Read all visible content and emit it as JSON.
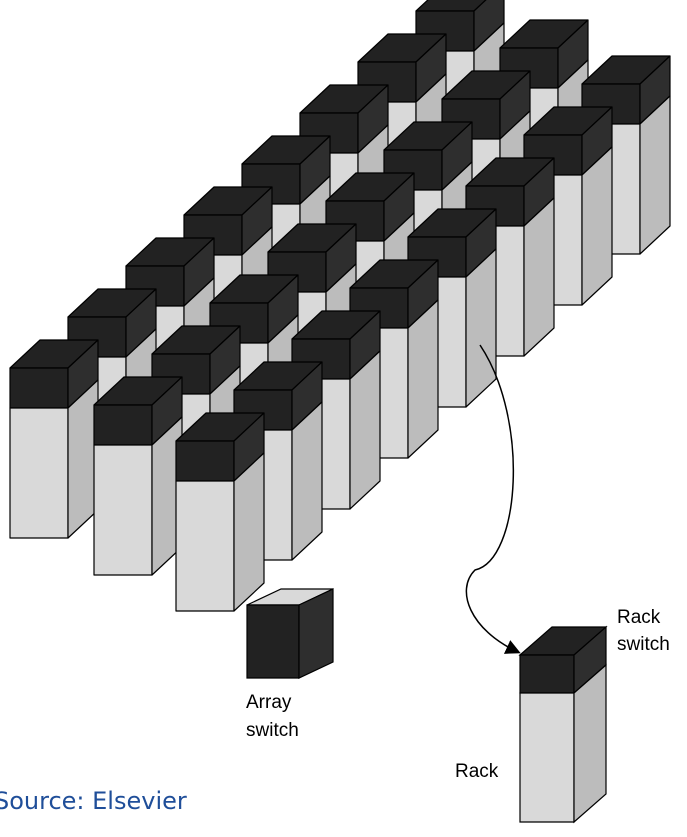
{
  "labels": {
    "rack_switch": [
      "Rack",
      "switch"
    ],
    "array_switch": [
      "Array",
      "switch"
    ],
    "rack": "Rack"
  },
  "source": "Source: Elsevier",
  "colors": {
    "rack_top": "#222222",
    "rack_front": "#d9d9d9",
    "rack_side": "#bcbcbc",
    "outline": "#000000",
    "source_text": "#1f4e99"
  }
}
